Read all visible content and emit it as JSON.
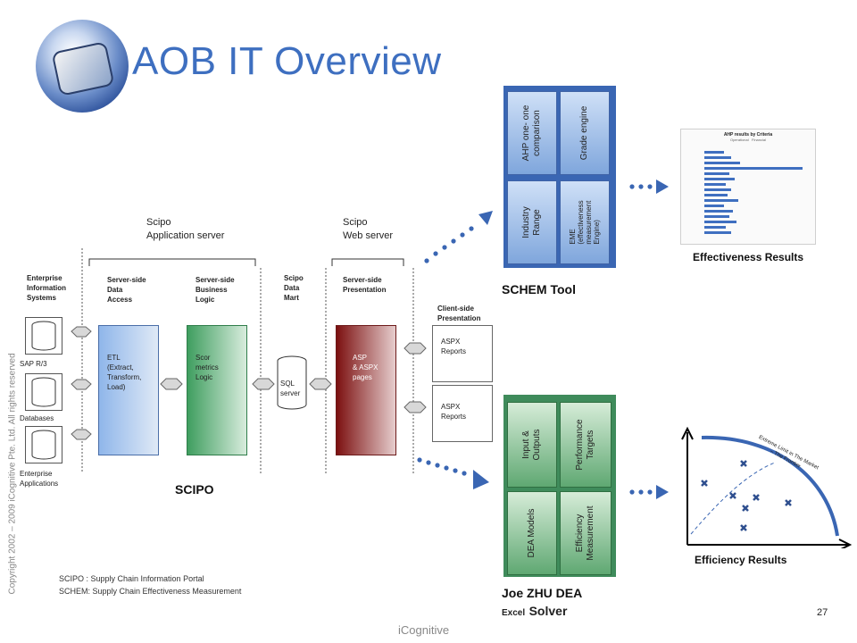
{
  "title": "AOB IT Overview",
  "copyright": "Copyright 2002 – 2009 iCognitive Pte. Ltd. All rights reserved",
  "footer_brand": "iCognitive",
  "page_number": "27",
  "tiers": {
    "app_server": [
      "Scipo",
      "Application server"
    ],
    "web_server": [
      "Scipo",
      "Web server"
    ]
  },
  "columns": {
    "eis": [
      "Enterprise",
      "Information",
      "Systems"
    ],
    "data_access": [
      "Server-side",
      "Data",
      "Access"
    ],
    "business_logic": [
      "Server-side",
      "Business",
      "Logic"
    ],
    "data_mart": [
      "Scipo",
      "Data",
      "Mart"
    ],
    "presentation": [
      "Server-side",
      "Presentation"
    ],
    "client_presentation": [
      "Client-side",
      "Presentation"
    ]
  },
  "sources": [
    "SAP R/3",
    "Databases",
    [
      "Enterprise",
      "Applications"
    ]
  ],
  "blocks": {
    "etl": [
      "ETL",
      "(Extract,",
      "Transform,",
      "Load)"
    ],
    "scor": [
      "Scor",
      "metrics",
      "Logic"
    ],
    "sql": [
      "SQL",
      "server"
    ],
    "asp": [
      "ASP",
      "& ASPX",
      "pages"
    ],
    "aspx1": [
      "ASPX",
      "Reports"
    ],
    "aspx2": [
      "ASPX",
      "Reports"
    ]
  },
  "scipo_label": "SCIPO",
  "schem": {
    "label": "SCHEM Tool",
    "modules": {
      "ahp": [
        "AHP one- one",
        "comparison"
      ],
      "grade": "Grade engine",
      "industry": [
        "Industry",
        "Range"
      ],
      "eme": [
        "EME",
        "(effectiveness",
        "measurement",
        "Engine)"
      ]
    }
  },
  "dea": {
    "label": "Joe ZHU DEA",
    "sub_small": "Excel",
    "sub_big": "Solver",
    "modules": {
      "io": [
        "Input &",
        "Outputs"
      ],
      "targets": [
        "Performance",
        "Targets"
      ],
      "models": "DEA Models",
      "efficiency": [
        "Efficiency",
        "Measurement"
      ]
    }
  },
  "effectiveness": {
    "label": "Effectiveness Results",
    "thumb_title": "AHP results by Criteria",
    "legend": [
      "Operational",
      "Financial"
    ]
  },
  "efficiency": {
    "label": "Efficiency Results",
    "frontier_text": [
      "Extreme Limit in The Market",
      "– The Frontier"
    ]
  },
  "definitions": [
    "SCIPO : Supply Chain Information Portal",
    "SCHEM: Supply Chain Effectiveness Measurement"
  ],
  "colors": {
    "title": "#3e6fc0",
    "schem_panel": "#3a66b3",
    "dea_panel": "#3f8b5b",
    "dots": "#3a66b3"
  }
}
